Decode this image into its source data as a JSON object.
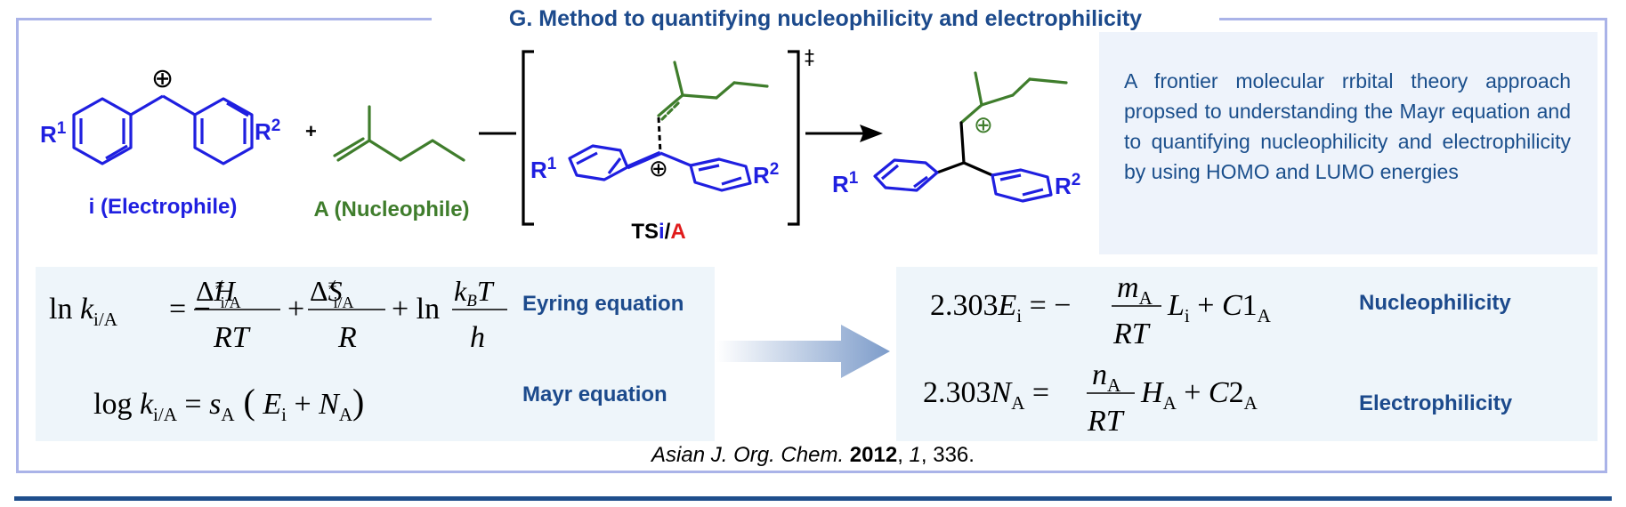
{
  "title": "G. Method to quantifying nucleophilicity and electrophilicity",
  "scheme": {
    "electrophile_label": "i (Electrophile)",
    "nucleophile_label": "A (Nucleophile)",
    "ts_prefix": "TS",
    "ts_i": "i",
    "ts_slash": "/",
    "ts_a": "A",
    "plus": "+",
    "dagger": "‡",
    "cation": "⊕",
    "r1": "R",
    "r1_sup": "1",
    "r2": "R",
    "r2_sup": "2"
  },
  "description": "A frontier molecular rrbital theory approach propsed to understanding the Mayr equation and to quantifying nucleophilicity and electrophilicity by using HOMO and LUMO energies",
  "equations": {
    "eyring_label": "Eyring equation",
    "mayr_label": "Mayr equation",
    "nucleophilicity_label": "Nucleophilicity",
    "electrophilicity_label": "Electrophilicity"
  },
  "citation": {
    "journal": "Asian J. Org. Chem.",
    "year": "2012",
    "volume": "1",
    "pages": "336."
  },
  "colors": {
    "blue": "#1f1fe0",
    "green": "#3f7d2c",
    "red": "#e01b1b",
    "navy": "#1c4a8c",
    "frame": "#aab3e8",
    "panel": "#eef5fa"
  }
}
